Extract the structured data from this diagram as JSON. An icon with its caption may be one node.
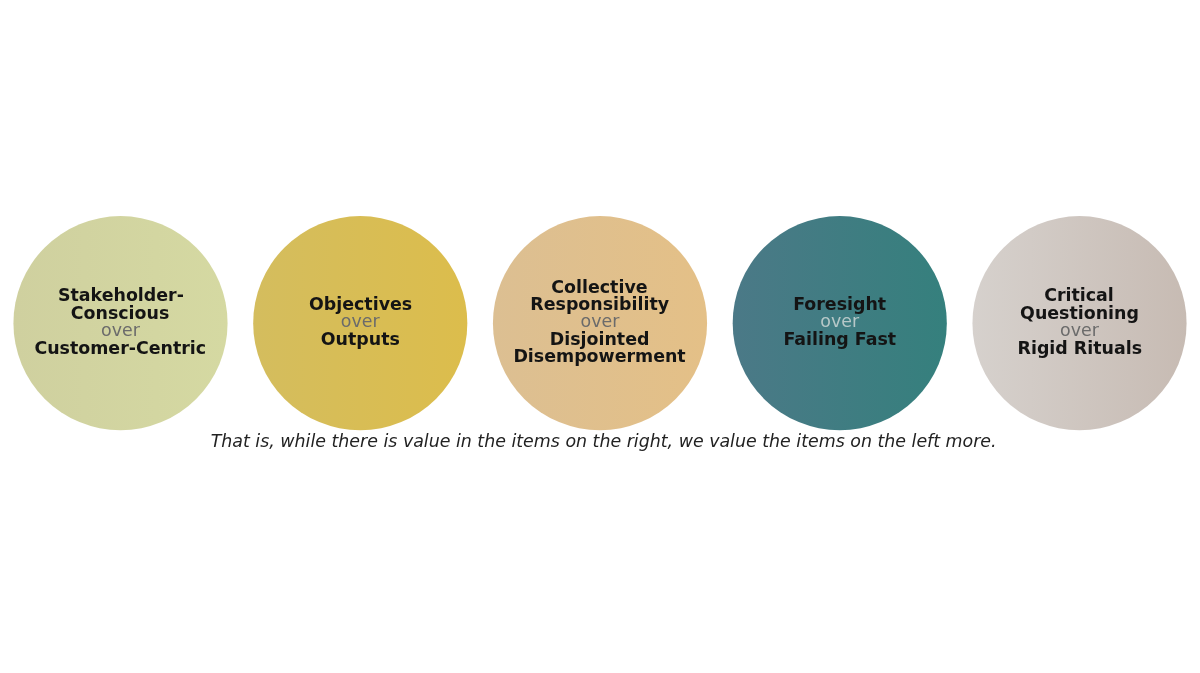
{
  "diagram": {
    "caption": "That is, while there is value in the items on the right, we value the items on the left more.",
    "nodes": [
      {
        "text": [
          "Stakeholder- Conscious",
          "over",
          "Customer-Centric"
        ]
      },
      {
        "text": [
          "Collective Responsibility",
          "over",
          "Disjointed Disempowerment"
        ]
      },
      {
        "text": [
          "Critical Questioning",
          "over",
          "Rigid Rituals"
        ]
      },
      {
        "text": [
          "Objectives",
          "over",
          "Outputs"
        ]
      },
      {
        "text": [
          "Foresight",
          "over",
          "Failing Fast"
        ]
      }
    ]
  }
}
